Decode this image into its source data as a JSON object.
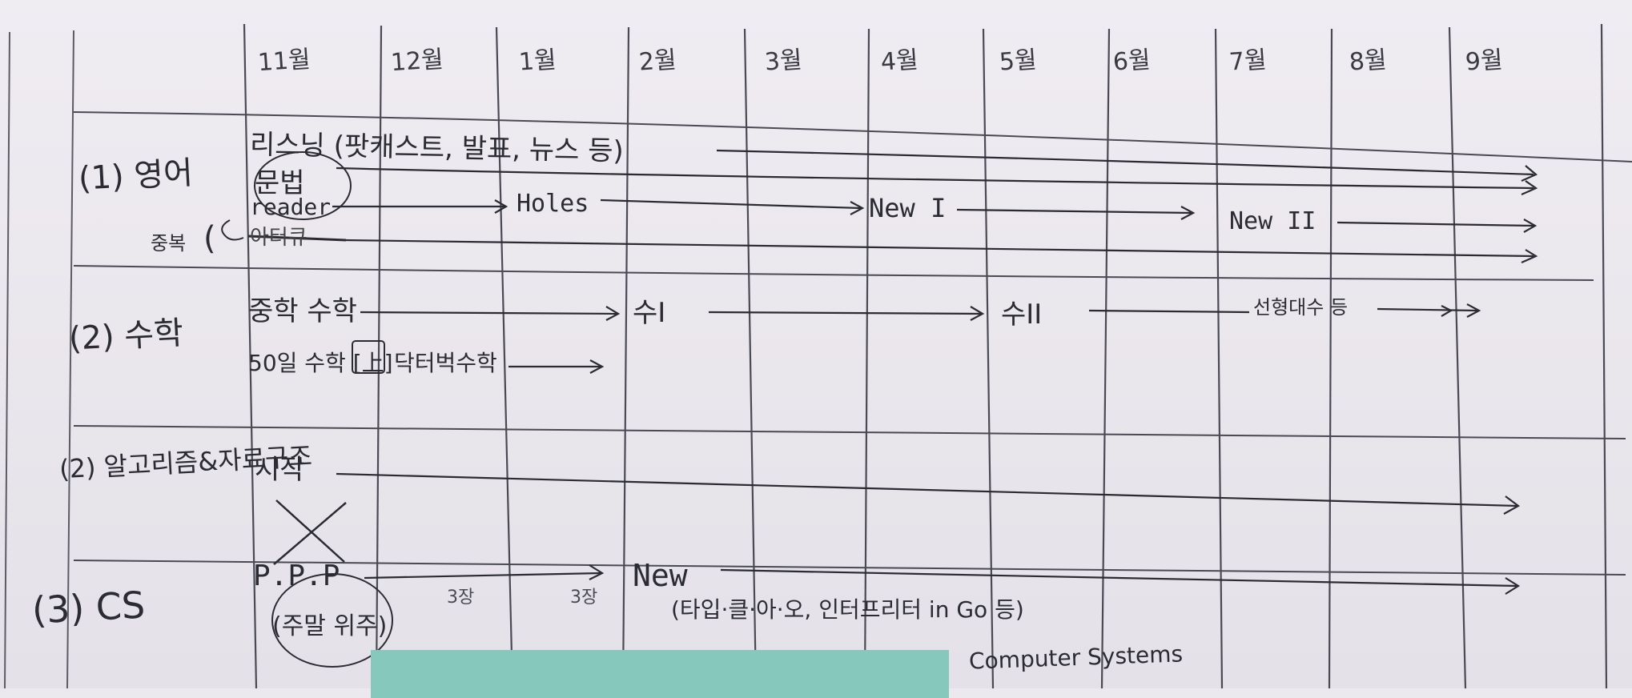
{
  "months": [
    "11월",
    "12월",
    "1월",
    "2월",
    "3월",
    "4월",
    "5월",
    "6월",
    "7월",
    "8월",
    "9월"
  ],
  "categories": {
    "english": "(1) 영어",
    "repeat": "중복",
    "math": "(2) 수학",
    "algo": "(2) 알고리즘&자료구조",
    "cs": "(3) CS"
  },
  "english": {
    "listening": "리스닝 (팟캐스트, 발표, 뉴스 등)",
    "grammar": "문법",
    "reader": "reader",
    "holes": "Holes",
    "new1": "New I",
    "new2": "New II",
    "crossed": "아터큐"
  },
  "math": {
    "middle": "중학 수학",
    "su1": "수I",
    "su2": "수II",
    "linear": "선형대수 등",
    "fifty": "50일 수학 [上]",
    "discrete": "닥터벅수학"
  },
  "algo": {
    "start": "시작"
  },
  "cs": {
    "ppp": "P.P.P",
    "ppp_note": "(주말 위주)",
    "ch3a": "3장",
    "ch3b": "3장",
    "new": "New",
    "new_note": "(타입·클·아·오, 인터프리터 in Go 등)",
    "computer_systems": "Computer Systems"
  }
}
